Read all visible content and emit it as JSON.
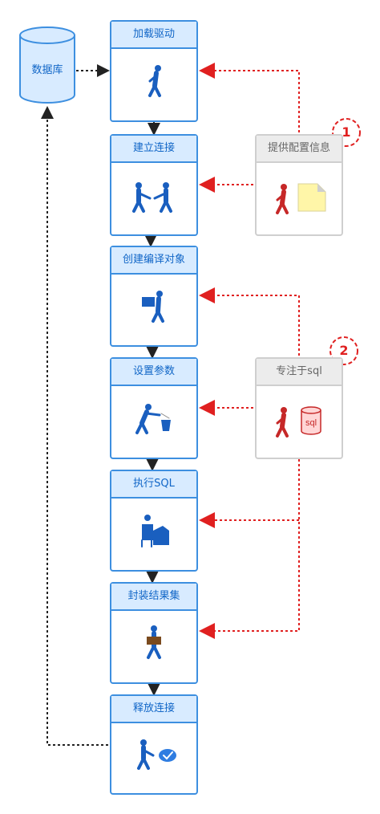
{
  "database": {
    "label": "数据库"
  },
  "steps": [
    {
      "label": "加载驱动",
      "icon": "walking-person-icon"
    },
    {
      "label": "建立连接",
      "icon": "two-people-connect-icon"
    },
    {
      "label": "创建编译对象",
      "icon": "person-carrying-box-icon"
    },
    {
      "label": "设置参数",
      "icon": "person-pouring-icon"
    },
    {
      "label": "执行SQL",
      "icon": "person-at-machine-icon"
    },
    {
      "label": "封装结果集",
      "icon": "person-holding-box-icon"
    },
    {
      "label": "释放连接",
      "icon": "person-with-check-icon"
    }
  ],
  "notes": [
    {
      "label": "提供配置信息",
      "badge": "1",
      "icon": "person-with-document-icon"
    },
    {
      "label": "专注于sql",
      "badge": "2",
      "icon": "person-with-sql-database-icon",
      "icon_text": "sql"
    }
  ],
  "colors": {
    "step_border": "#3d8fe0",
    "step_header_bg": "#d8ebff",
    "step_text": "#1166c7",
    "note_border": "#cfcfcf",
    "note_header_bg": "#ececec",
    "note_text": "#666666",
    "flow_arrow": "#222222",
    "note_arrow": "#e02020",
    "person_blue": "#1a5fbf",
    "person_red": "#c62828"
  }
}
